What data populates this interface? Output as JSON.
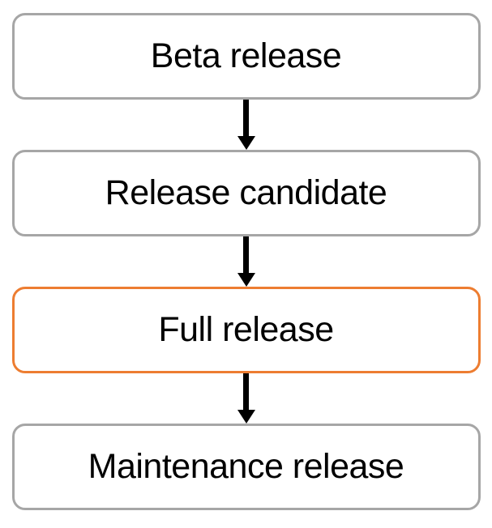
{
  "diagram": {
    "type": "flowchart",
    "direction": "top-to-bottom",
    "nodes": [
      {
        "label": "Beta release",
        "highlighted": false
      },
      {
        "label": "Release candidate",
        "highlighted": false
      },
      {
        "label": "Full release",
        "highlighted": true
      },
      {
        "label": "Maintenance release",
        "highlighted": false
      }
    ],
    "edges": [
      {
        "from": "Beta release",
        "to": "Release candidate",
        "style": "solid-arrow-down"
      },
      {
        "from": "Release candidate",
        "to": "Full release",
        "style": "solid-arrow-down"
      },
      {
        "from": "Full release",
        "to": "Maintenance release",
        "style": "solid-arrow-down"
      }
    ],
    "colors": {
      "border_gray": "#A6A6A6",
      "border_highlight_orange": "#ED7D31",
      "arrow_black": "#000000",
      "text_black": "#000000",
      "background_white": "#FFFFFF"
    }
  }
}
